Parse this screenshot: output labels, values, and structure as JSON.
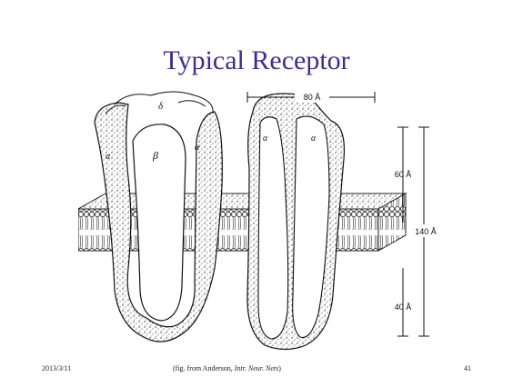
{
  "slide": {
    "title": "Typical Receptor",
    "footer": {
      "date": "2013/3/11",
      "source_prefix": "(fig. from Anderson, ",
      "source_italic": "Intr. Neur. Nets",
      "source_suffix": ")",
      "page_number": "41"
    }
  },
  "figure": {
    "subunit_labels": {
      "delta": "δ",
      "beta": "β",
      "alpha_left": "α",
      "alpha_right": "α",
      "section_alpha_left": "α",
      "section_alpha_right": "α"
    },
    "dimensions": {
      "width": "80 Å",
      "top_height": "60 Å",
      "total_height": "140 Å",
      "bottom_height": "40 Å"
    }
  }
}
